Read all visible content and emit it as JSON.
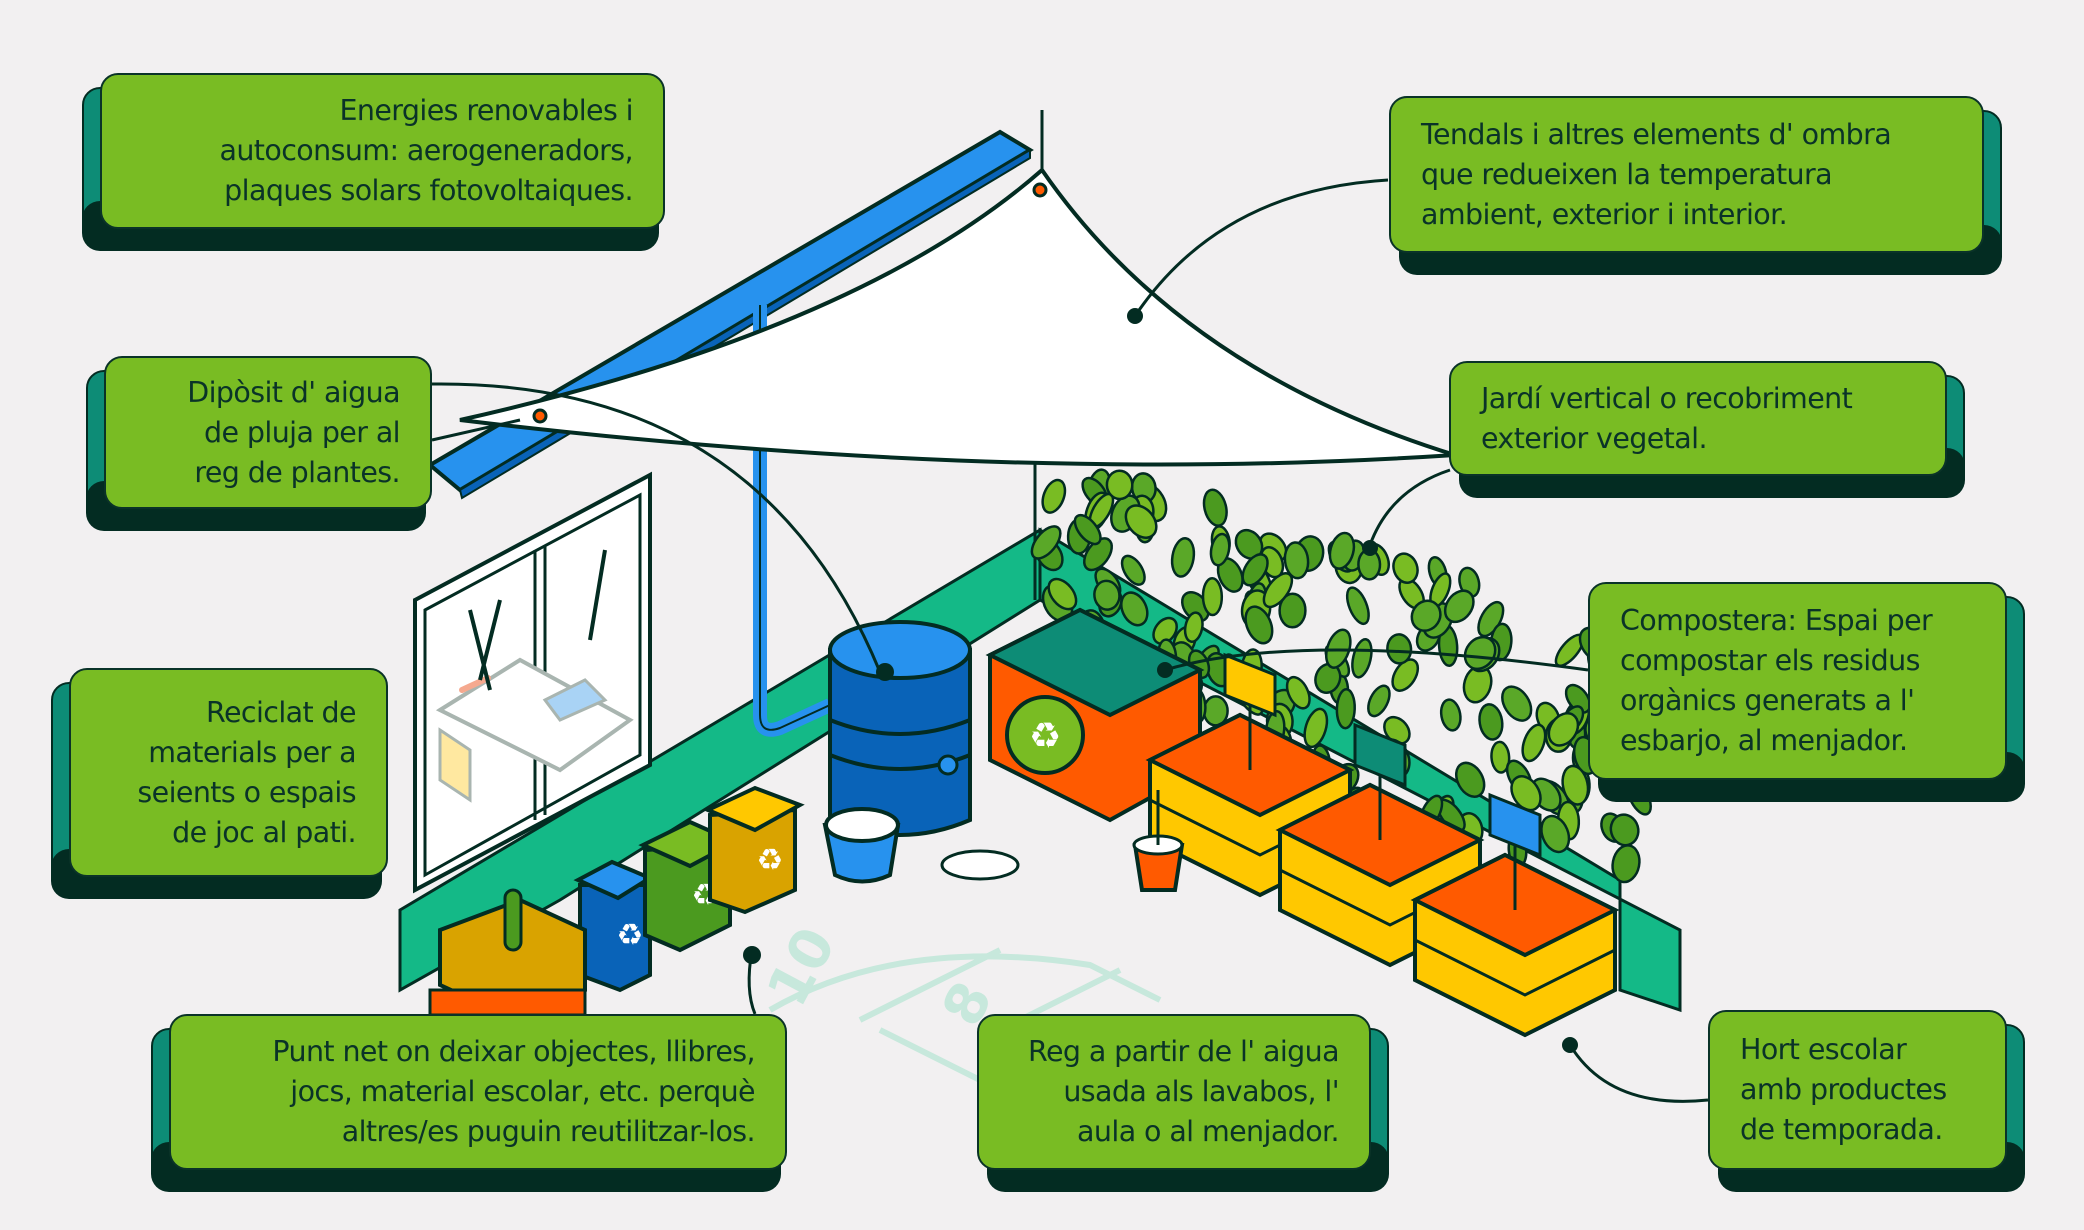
{
  "title": "Pati escolar sostenible",
  "colors": {
    "background": "#f2f0f1",
    "callout_face": "#79bc23",
    "callout_side": "#0d8c76",
    "callout_shadow": "#032c22",
    "text": "#0a3328",
    "wall_green": "#14b987",
    "pipe_blue": "#2792ee",
    "tank_blue": "#0963b8",
    "bin_yellow": "#d9a300",
    "bin_green": "#4b9a1f",
    "crate_orange": "#ff5a00",
    "crate_yellow": "#ffc800"
  },
  "callouts": {
    "renewable_energy": {
      "lines": [
        "Energies renovables i",
        "autoconsum: aerogeneradors,",
        "plaques solars fotovoltaiques."
      ]
    },
    "rainwater_tank": {
      "lines": [
        "Dipòsit d' aigua",
        "de pluja per al",
        "reg de plantes."
      ]
    },
    "recycled_materials": {
      "lines": [
        "Reciclat de",
        "materials per a",
        "seients o espais",
        "de joc al pati."
      ]
    },
    "clean_point": {
      "lines": [
        "Punt net on deixar objectes, llibres,",
        "jocs, material escolar, etc. perquè",
        "altres/es puguin reutilitzar-los."
      ]
    },
    "greywater_irrigation": {
      "lines": [
        "Reg a partir de l' aigua",
        "usada als lavabos, l'",
        "aula o al menjador."
      ]
    },
    "school_garden": {
      "lines": [
        "Hort escolar",
        "amb productes",
        "de temporada."
      ]
    },
    "compost": {
      "lines": [
        "Compostera: Espai per",
        "compostar els residus",
        "orgànics generats a l'",
        "esbarjo, al menjador."
      ]
    },
    "vertical_garden": {
      "lines": [
        "Jardí vertical o recobriment",
        "exterior vegetal."
      ]
    },
    "shade_awnings": {
      "lines": [
        "Tendals i altres elements d' ombra",
        "que redueixen la temperatura",
        "ambient, exterior i interior."
      ]
    }
  },
  "hopscotch_numbers": [
    "10",
    "8"
  ],
  "icons": {
    "recycle": "♻",
    "compost": "recycle-leaf"
  }
}
